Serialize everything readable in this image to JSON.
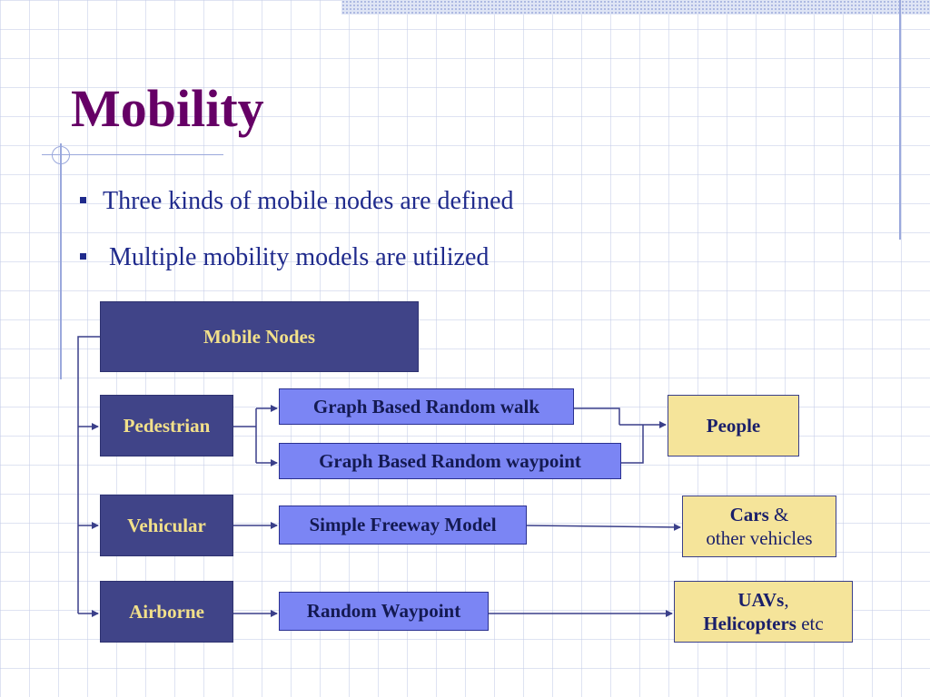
{
  "slide": {
    "title": "Mobility",
    "bullets": [
      "Three kinds of mobile nodes are defined",
      " Multiple mobility models are utilized"
    ]
  },
  "diagram": {
    "root": "Mobile Nodes",
    "categories": [
      "Pedestrian",
      "Vehicular",
      "Airborne"
    ],
    "models": [
      "Graph Based Random walk",
      "Graph Based Random waypoint",
      "Simple Freeway Model",
      "Random Waypoint"
    ],
    "entities": {
      "people": "People",
      "cars_bold": "Cars",
      "cars_rest": " &",
      "cars_line2": "other vehicles",
      "uav_bold": "UAVs",
      "uav_rest": ",",
      "heli_bold": "Helicopters",
      "heli_rest": " etc"
    }
  },
  "colors": {
    "title": "#660066",
    "text": "#1f2a8c",
    "dark_box": "#404488",
    "mid_box": "#7b85f4",
    "light_box": "#f5e49a",
    "connector": "#3a3f8a"
  }
}
